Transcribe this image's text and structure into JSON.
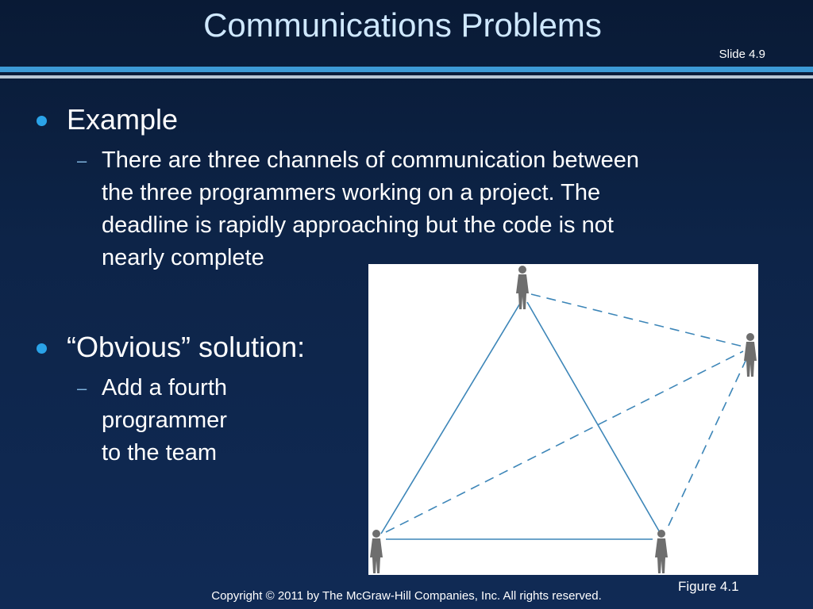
{
  "slide": {
    "title": "Communications Problems",
    "number": "Slide 4.9"
  },
  "bullets": [
    {
      "text": "Example",
      "sub": [
        "There are three channels of communication between",
        "the three programmers working on a project.  The",
        "deadline is rapidly approaching but the code is not",
        "nearly complete"
      ]
    },
    {
      "text": "“Obvious” solution:",
      "sub": [
        "Add a fourth",
        "programmer",
        "to the team"
      ]
    }
  ],
  "figure": {
    "caption": "Figure 4.1"
  },
  "footer": {
    "copyright": "Copyright © 2011 by The McGraw-Hill Companies, Inc.  All rights reserved."
  },
  "colors": {
    "background": "#0d2448",
    "title": "#cfe8ff",
    "accent_rule": "#3d9ad6",
    "bullet_dot": "#2aa3e8",
    "channel_line": "#3d86b8"
  }
}
